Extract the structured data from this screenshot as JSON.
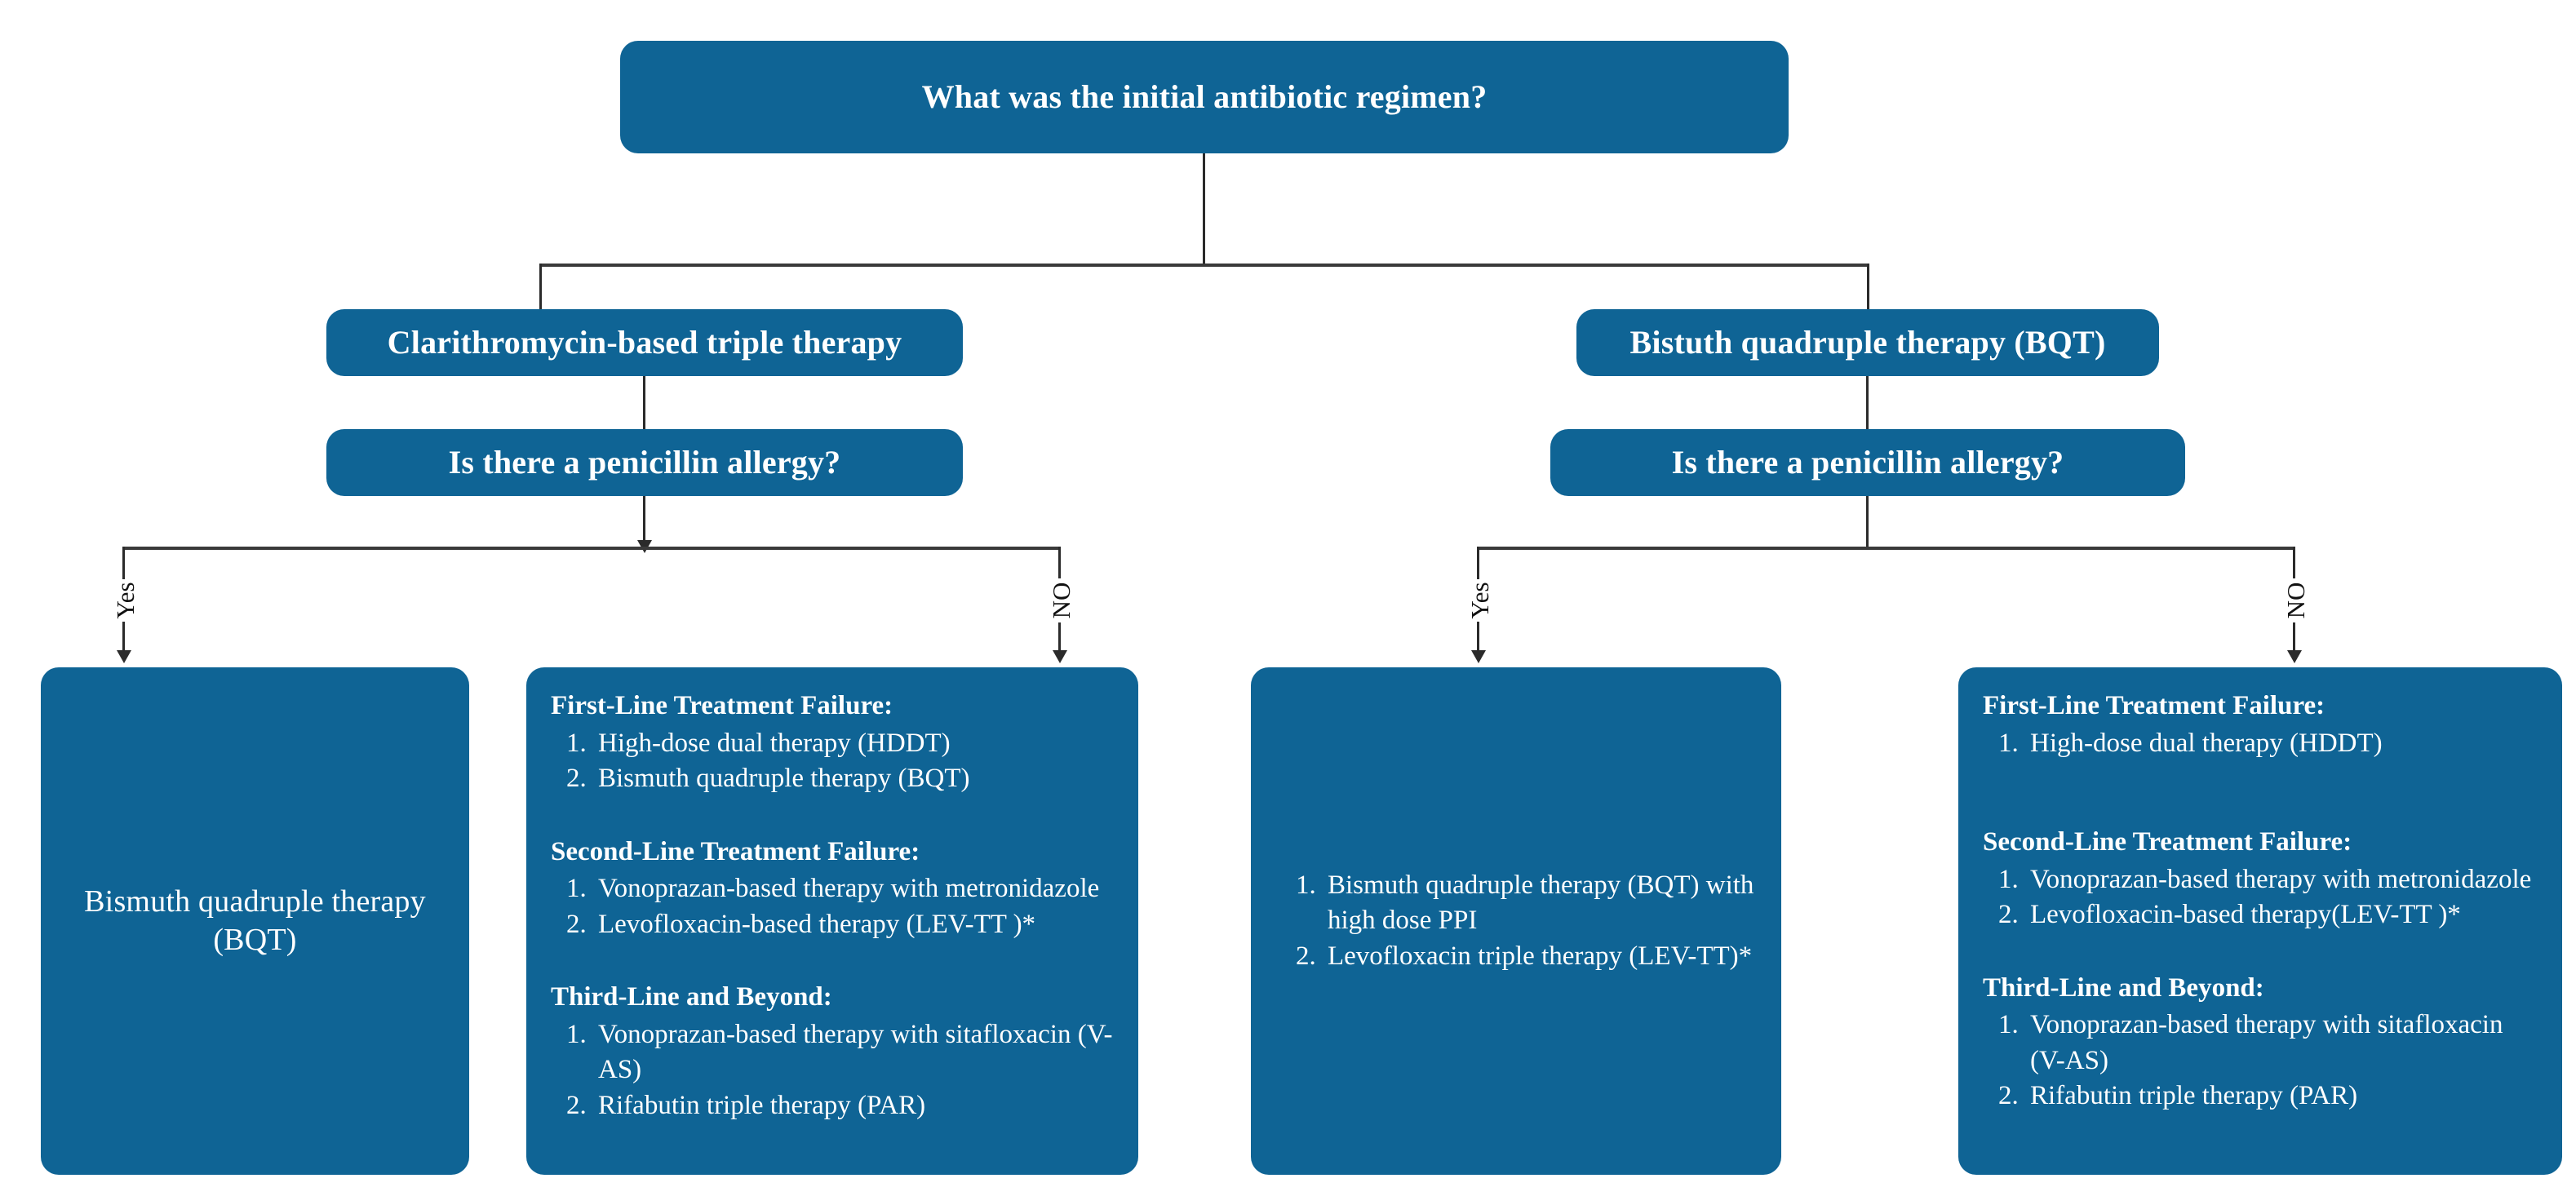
{
  "diagram": {
    "title_node": {
      "label": "What was the initial antibiotic regimen?"
    },
    "branches": [
      {
        "regimen_label": "Clarithromycin-based triple therapy",
        "question_label": "Is there a penicillin allergy?",
        "yes_label": "Yes",
        "no_label": "NO"
      },
      {
        "regimen_label": "Bistuth quadruple therapy (BQT)",
        "question_label": "Is there a penicillin allergy?",
        "yes_label": "Yes",
        "no_label": "NO"
      }
    ],
    "outcomes": {
      "clari_yes": {
        "text": "Bismuth quadruple therapy (BQT)",
        "line1": "Bismuth quadruple therapy",
        "line2": "(BQT)"
      },
      "clari_no": {
        "sections": [
          {
            "title": "First-Line Treatment Failure:",
            "items": [
              "High-dose dual therapy (HDDT)",
              "Bismuth quadruple therapy (BQT)"
            ]
          },
          {
            "title": "Second-Line Treatment Failure:",
            "items": [
              "Vonoprazan-based therapy with metronidazole",
              "Levofloxacin-based therapy (LEV-TT )*"
            ]
          },
          {
            "title": "Third-Line and Beyond:",
            "items": [
              "Vonoprazan-based therapy with sitafloxacin (V-AS)",
              "Rifabutin triple therapy (PAR)"
            ]
          }
        ]
      },
      "bqt_yes": {
        "items": [
          "Bismuth quadruple therapy (BQT) with high dose PPI",
          "Levofloxacin triple therapy (LEV-TT)*"
        ]
      },
      "bqt_no": {
        "sections": [
          {
            "title": "First-Line Treatment Failure:",
            "items": [
              "High-dose dual therapy (HDDT)"
            ]
          },
          {
            "title": "Second-Line Treatment Failure:",
            "items": [
              "Vonoprazan-based therapy with metronidazole",
              "Levofloxacin-based therapy(LEV-TT )*"
            ]
          },
          {
            "title": "Third-Line and Beyond:",
            "items": [
              "Vonoprazan-based therapy with sitafloxacin (V-AS)",
              "Rifabutin triple therapy (PAR)"
            ]
          }
        ]
      }
    },
    "colors": {
      "node_fill": "#0f6495",
      "node_text": "#ffffff",
      "connector": "#2b2b2b",
      "background": "#ffffff"
    }
  }
}
